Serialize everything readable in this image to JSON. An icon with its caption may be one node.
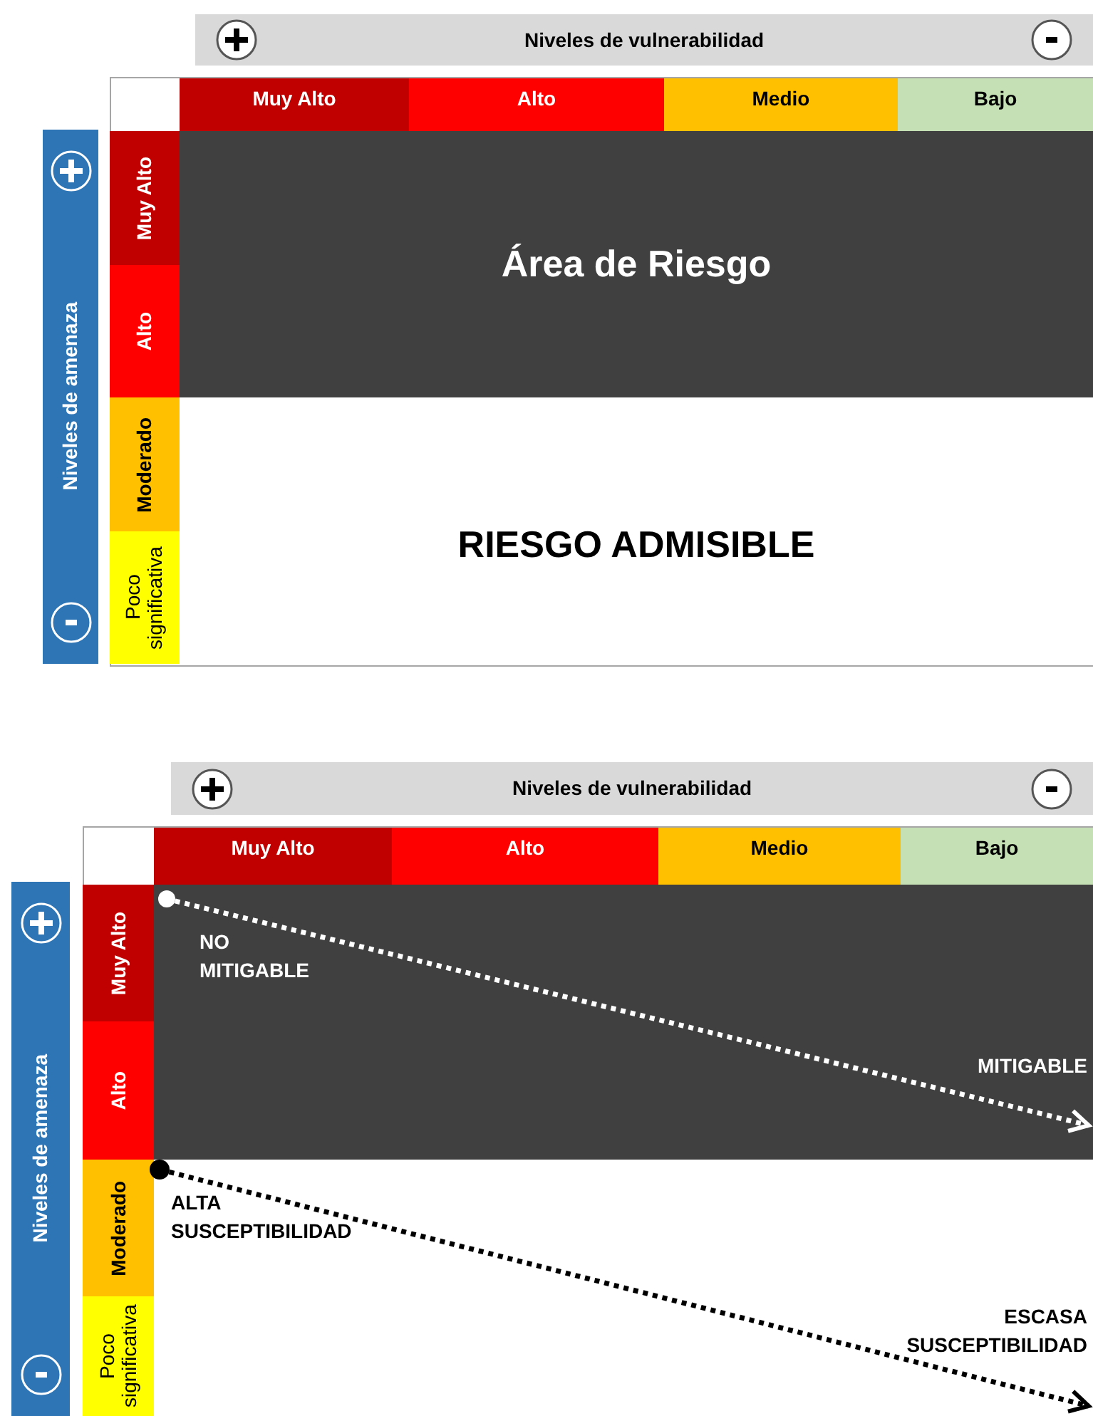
{
  "diagram": {
    "nodes": [
      {
        "text": [
          "Niveles de vulnerabilidad"
        ]
      },
      {
        "text": [
          "Muy Alto"
        ]
      },
      {
        "text": [
          "Alto"
        ]
      },
      {
        "text": [
          "Medio"
        ]
      },
      {
        "text": [
          "Bajo"
        ]
      },
      {
        "text": [
          "Niveles de amenaza"
        ]
      },
      {
        "text": [
          "Muy Alto"
        ]
      },
      {
        "text": [
          "Alto"
        ]
      },
      {
        "text": [
          "Moderado"
        ]
      },
      {
        "text": [
          "Poco significativa"
        ]
      },
      {
        "text": [
          "Área de Riesgo"
        ]
      },
      {
        "text": [
          "RIESGO ADMISIBLE"
        ]
      },
      {
        "text": [
          "Niveles de vulnerabilidad"
        ]
      },
      {
        "text": [
          "Muy Alto"
        ]
      },
      {
        "text": [
          "Alto"
        ]
      },
      {
        "text": [
          "Medio"
        ]
      },
      {
        "text": [
          "Bajo"
        ]
      },
      {
        "text": [
          "Niveles de amenaza"
        ]
      },
      {
        "text": [
          "Muy Alto"
        ]
      },
      {
        "text": [
          "Alto"
        ]
      },
      {
        "text": [
          "Moderado"
        ]
      },
      {
        "text": [
          "Poco significativa"
        ]
      },
      {
        "text": [
          "NO MITIGABLE",
          "MITIGABLE"
        ]
      },
      {
        "text": [
          "ALTA SUSCEPTIBILIDAD",
          "ESCASA SUSCEPTIBILIDAD"
        ]
      },
      {
        "text": [],
        "shape": "circle",
        "in": 22
      },
      {
        "text": [],
        "shape": "circle",
        "in": 23
      }
    ],
    "edges": [
      {
        "from": 24,
        "to": null,
        "arrow": "to",
        "style": "dashed",
        "color": "#ffffff"
      },
      {
        "from": 25,
        "to": null,
        "arrow": "to",
        "style": "dashed",
        "color": "#000000"
      }
    ]
  }
}
